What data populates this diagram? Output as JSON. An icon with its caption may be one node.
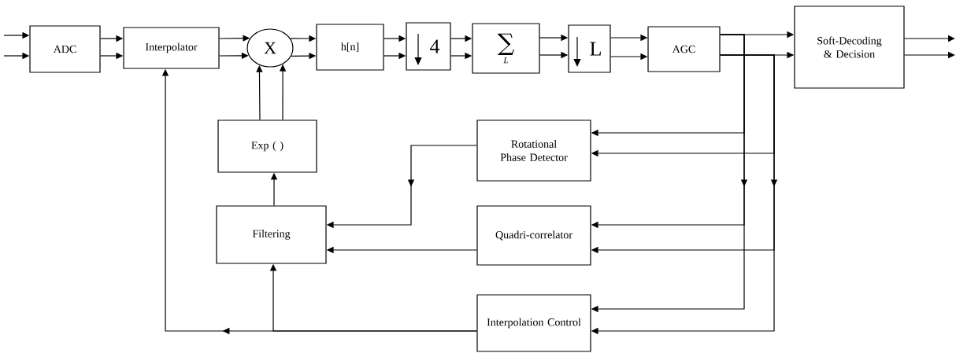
{
  "diagram": {
    "nodes": [
      {
        "text": [
          "ADC"
        ]
      },
      {
        "text": [
          "Interpolator"
        ]
      },
      {
        "text": [
          "X"
        ]
      },
      {
        "text": [
          "h[n]"
        ]
      },
      {
        "text": [
          "4"
        ]
      },
      {
        "text": [
          "∑",
          "L"
        ]
      },
      {
        "text": [
          "L"
        ]
      },
      {
        "text": [
          "AGC"
        ]
      },
      {
        "text": [
          "Soft-Decoding & Decision"
        ]
      },
      {
        "text": [
          "Exp ( )"
        ]
      },
      {
        "text": [
          "Filtering"
        ]
      },
      {
        "text": [
          "Rotational Phase Detector"
        ]
      },
      {
        "text": [
          "Quadri-correlator"
        ]
      },
      {
        "text": [
          "Interpolation Control"
        ]
      }
    ],
    "edges": [
      {
        "from": null,
        "to": 0,
        "arrow": "to"
      },
      {
        "from": null,
        "to": 0,
        "arrow": "to"
      },
      {
        "from": 0,
        "to": 1,
        "arrow": "to"
      },
      {
        "from": 0,
        "to": 1,
        "arrow": "to"
      },
      {
        "from": 1,
        "to": 2,
        "arrow": "to"
      },
      {
        "from": 1,
        "to": 2,
        "arrow": "to"
      },
      {
        "from": 2,
        "to": 3,
        "arrow": "to"
      },
      {
        "from": 2,
        "to": 3,
        "arrow": "to"
      },
      {
        "from": 3,
        "to": 4,
        "arrow": "to"
      },
      {
        "from": 3,
        "to": 4,
        "arrow": "to"
      },
      {
        "from": 4,
        "to": 5,
        "arrow": "to"
      },
      {
        "from": 4,
        "to": 5,
        "arrow": "to"
      },
      {
        "from": 5,
        "to": 6,
        "arrow": "to"
      },
      {
        "from": 5,
        "to": 6,
        "arrow": "to"
      },
      {
        "from": 6,
        "to": 7,
        "arrow": "to"
      },
      {
        "from": 6,
        "to": 7,
        "arrow": "to"
      },
      {
        "from": 7,
        "to": 8,
        "arrow": "to"
      },
      {
        "from": 7,
        "to": 8,
        "arrow": "to"
      },
      {
        "from": 8,
        "to": null,
        "arrow": "to"
      },
      {
        "from": 8,
        "to": null,
        "arrow": "to"
      },
      {
        "from": 7,
        "to": 11,
        "arrow": "to"
      },
      {
        "from": 7,
        "to": 11,
        "arrow": "to"
      },
      {
        "from": 7,
        "to": 12,
        "arrow": "to"
      },
      {
        "from": 7,
        "to": 12,
        "arrow": "to"
      },
      {
        "from": 7,
        "to": 13,
        "arrow": "to"
      },
      {
        "from": 7,
        "to": 13,
        "arrow": "to"
      },
      {
        "from": 11,
        "to": 10,
        "arrow": "to"
      },
      {
        "from": 12,
        "to": 10,
        "arrow": "to"
      },
      {
        "from": 13,
        "to": 10,
        "arrow": "to"
      },
      {
        "from": 13,
        "to": 1,
        "arrow": "to"
      },
      {
        "from": 10,
        "to": 9,
        "arrow": "to"
      },
      {
        "from": 9,
        "to": 2,
        "arrow": "to"
      },
      {
        "from": 9,
        "to": 2,
        "arrow": "to"
      }
    ]
  }
}
